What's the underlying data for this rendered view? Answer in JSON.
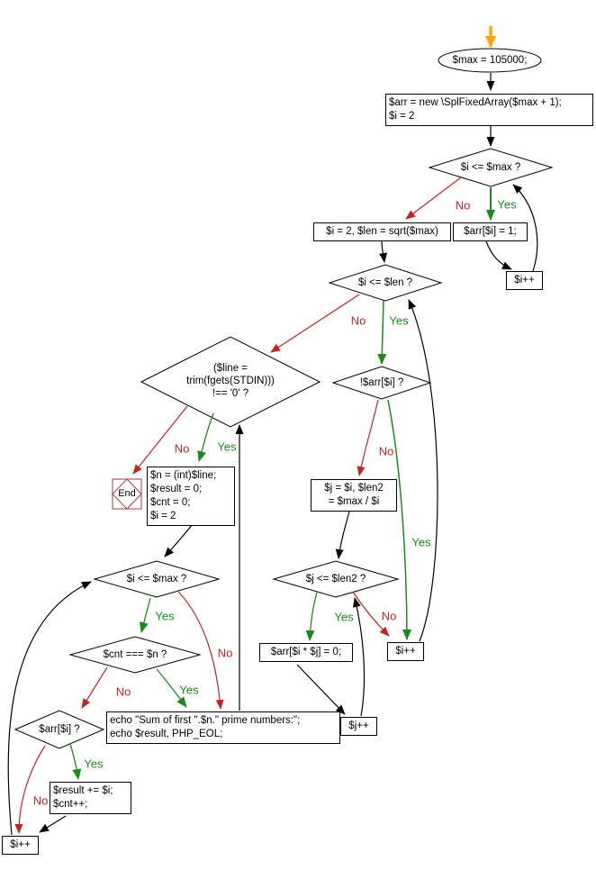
{
  "diagram_type": "flowchart",
  "colors": {
    "background": "#ffffff",
    "shape_border": "#000000",
    "arrow_black": "#000000",
    "arrow_red": "#c42323",
    "arrow_green": "#1b8a1b",
    "arrow_orange": "#ffa405",
    "end_terminal_border": "#9c4242"
  },
  "edge_labels": {
    "yes": "Yes",
    "no": "No"
  },
  "nodes": {
    "start_terminal": {
      "text": "$max = 105000;"
    },
    "init_array_box": {
      "text": "$arr = new \\SplFixedArray($max + 1);\n$i = 2"
    },
    "cond_i_le_max_outer": {
      "text": "$i <= $max ?"
    },
    "init_sieve_box": {
      "text": "$i = 2, $len = sqrt($max)"
    },
    "mark_prime_box": {
      "text": "$arr[$i] = 1;"
    },
    "inc_i_outer_box": {
      "text": "$i++"
    },
    "cond_i_le_len": {
      "text": "$i <= $len ?"
    },
    "read_input_cond": {
      "text": "($line =\ntrim(fgets(STDIN)))\n!== '0' ?"
    },
    "cond_not_arr_i": {
      "text": "!$arr[$i] ?"
    },
    "end_terminal": {
      "text": "End"
    },
    "init_counters_box": {
      "text": "$n = (int)$line;\n$result = 0;\n$cnt = 0;\n$i = 2"
    },
    "init_j_box": {
      "text": "$j = $i, $len2\n= $max / $i"
    },
    "cond_j_le_len2": {
      "text": "$j <= $len2 ?"
    },
    "clear_composite_box": {
      "text": "$arr[$i * $j] = 0;"
    },
    "inc_i_mid_box": {
      "text": "$i++"
    },
    "cond_i_le_max_sum": {
      "text": "$i <= $max ?"
    },
    "cond_cnt_eq_n": {
      "text": "$cnt === $n ?"
    },
    "cond_arr_i": {
      "text": "$arr[$i] ?"
    },
    "echo_box": {
      "text": "echo \"Sum of first \".$n.\" prime numbers:\";\necho $result, PHP_EOL;"
    },
    "inc_j_box": {
      "text": "$j++"
    },
    "accumulate_box": {
      "text": "$result += $i;\n$cnt++;"
    },
    "inc_i_sum_box": {
      "text": "$i++"
    }
  }
}
